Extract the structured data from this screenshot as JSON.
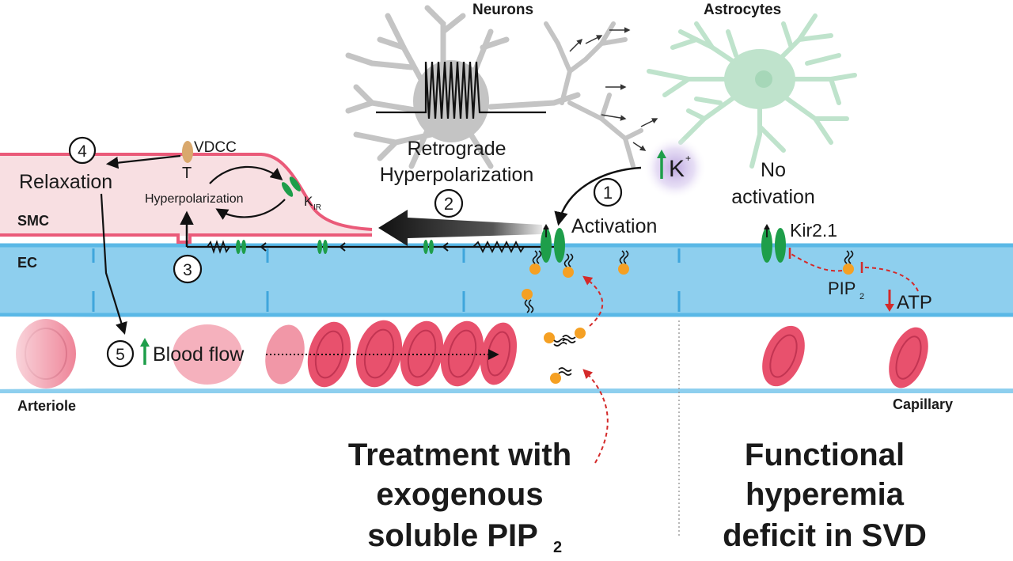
{
  "labels": {
    "neurons": "Neurons",
    "astrocytes": "Astrocytes",
    "retrograde_line1": "Retrograde",
    "retrograde_line2": "Hyperpolarization",
    "step1": "1",
    "step2": "2",
    "step3": "3",
    "step4": "4",
    "step5": "5",
    "activation": "Activation",
    "k_plus": "K",
    "k_plus_sup": "+",
    "no_activation_line1": "No",
    "no_activation_line2": "activation",
    "kir21": "Kir2.1",
    "pip2": "PIP",
    "pip2_sub": "2",
    "atp": "ATP",
    "vdcc": "VDCC",
    "t_symbol": "T",
    "hyperpolarization": "Hyperpolarization",
    "kir": "K",
    "kir_sub": "IR",
    "relaxation": "Relaxation",
    "smc": "SMC",
    "ec": "EC",
    "blood_flow": "Blood flow",
    "arteriole": "Arteriole",
    "capillary": "Capillary",
    "treatment_line1": "Treatment with",
    "treatment_line2": "exogenous",
    "treatment_line3": "soluble PIP",
    "treatment_sub": "2",
    "deficit_line1": "Functional",
    "deficit_line2": "hyperemia",
    "deficit_line3": "deficit in SVD"
  },
  "colors": {
    "vessel_fill": "#8ecfee",
    "vessel_edge": "#5ab8e6",
    "smc_fill": "#f8dfe2",
    "smc_edge": "#ea5a79",
    "rbc_fill": "#e8516d",
    "rbc_edge": "#c23452",
    "channel_green": "#1e9e4a",
    "pip_orange": "#f5a023",
    "neuron_gray": "#c8c8c8",
    "astro_green": "#bfe3cc",
    "up_arrow_green": "#1e9e4a",
    "down_arrow_red": "#d42a2a",
    "inhibit_red": "#d42a2a",
    "vdcc_tan": "#d9a86c",
    "k_glow": "#c8b5e3",
    "smc_label": "#e8467a",
    "ec_label": "#2a7fc0"
  }
}
